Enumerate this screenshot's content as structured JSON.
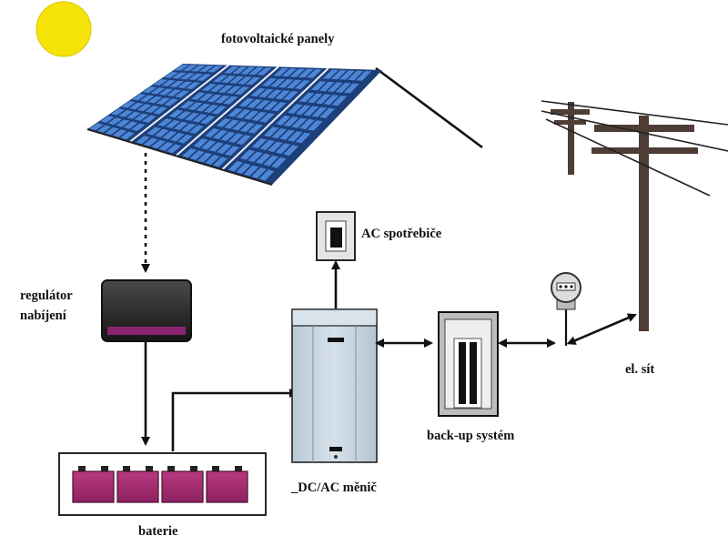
{
  "labels": {
    "panels": "fotovoltaické panely",
    "regulator_line1": "regulátor",
    "regulator_line2": "nabíjení",
    "ac_appliances": "AC spotřebiče",
    "inverter": "_DC/AC měnič",
    "backup": "back-up systém",
    "grid": "el. sít",
    "batteries": "baterie"
  },
  "colors": {
    "sun": "#f6e30a",
    "panel": "#2f64b9",
    "battery": "#a0286f",
    "regulator_band": "#8a2370",
    "inverter": "#c9d7e2",
    "pole": "#4e3d36"
  },
  "icons": {
    "sun": "sun-icon",
    "meter": "electric-meter-icon"
  }
}
